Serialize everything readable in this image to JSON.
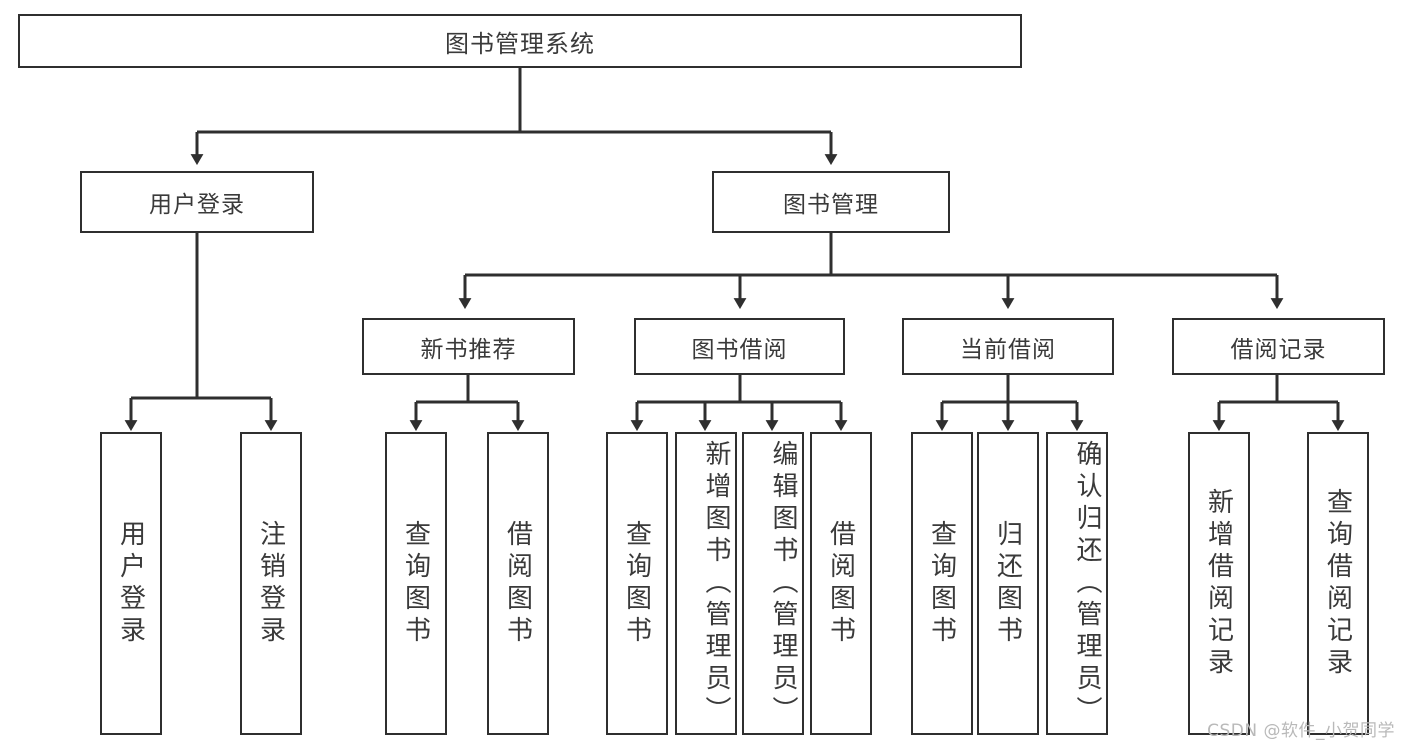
{
  "diagram": {
    "type": "tree-hierarchy-chart",
    "title": "图书管理系统",
    "border_color": "#2f2f2f",
    "text_color": "#3a3a3a",
    "background": "#ffffff",
    "root": {
      "label": "图书管理系统"
    },
    "level1": [
      {
        "label": "用户登录"
      },
      {
        "label": "图书管理"
      }
    ],
    "level2": [
      {
        "label": "新书推荐"
      },
      {
        "label": "图书借阅"
      },
      {
        "label": "当前借阅"
      },
      {
        "label": "借阅记录"
      }
    ],
    "leaves": {
      "user_login": [
        {
          "label": "用户登录"
        },
        {
          "label": "注销登录"
        }
      ],
      "new_book": [
        {
          "label": "查询图书"
        },
        {
          "label": "借阅图书"
        }
      ],
      "book_borrow": [
        {
          "label": "查询图书"
        },
        {
          "label": "新增图书（管理员）"
        },
        {
          "label": "编辑图书（管理员）"
        },
        {
          "label": "借阅图书"
        }
      ],
      "current_borrow": [
        {
          "label": "查询图书"
        },
        {
          "label": "归还图书"
        },
        {
          "label": "确认归还（管理员）"
        }
      ],
      "borrow_record": [
        {
          "label": "新增借阅记录"
        },
        {
          "label": "查询借阅记录"
        }
      ]
    }
  },
  "watermark": {
    "text": "CSDN @软件_小贺同学"
  }
}
